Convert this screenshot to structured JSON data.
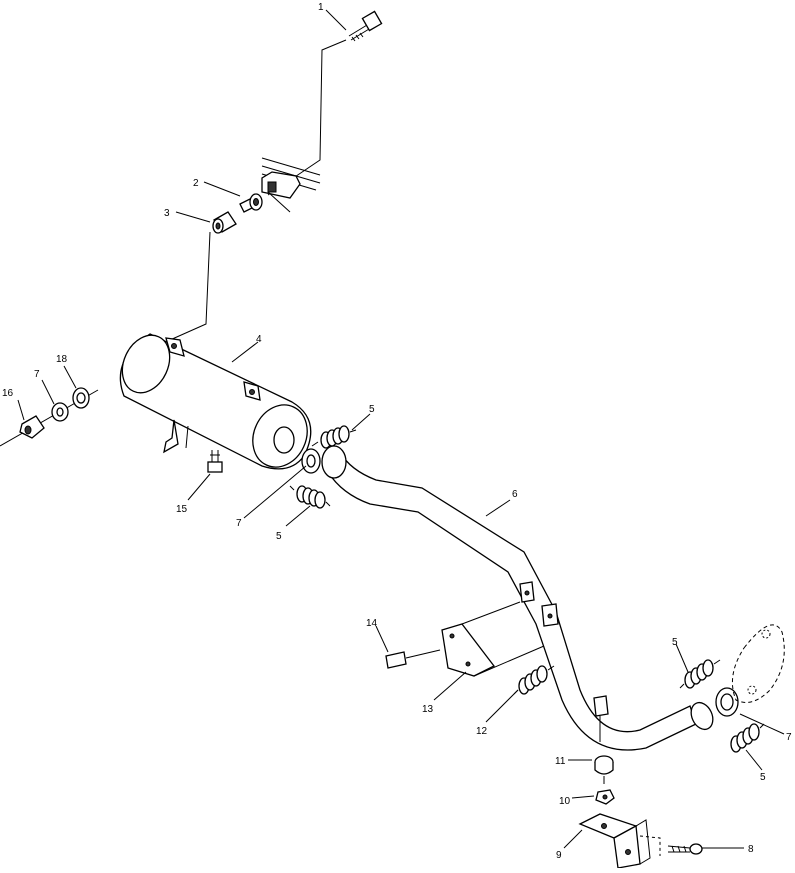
{
  "diagram": {
    "callouts": {
      "c1": "1",
      "c2": "2",
      "c3": "3",
      "c4": "4",
      "c5a": "5",
      "c5b": "5",
      "c5c": "5",
      "c5d": "5",
      "c6": "6",
      "c7a": "7",
      "c7b": "7",
      "c7c": "7",
      "c8": "8",
      "c9": "9",
      "c10": "10",
      "c11": "11",
      "c12": "12",
      "c13": "13",
      "c14": "14",
      "c15": "15",
      "c16": "16",
      "c18": "18"
    }
  }
}
